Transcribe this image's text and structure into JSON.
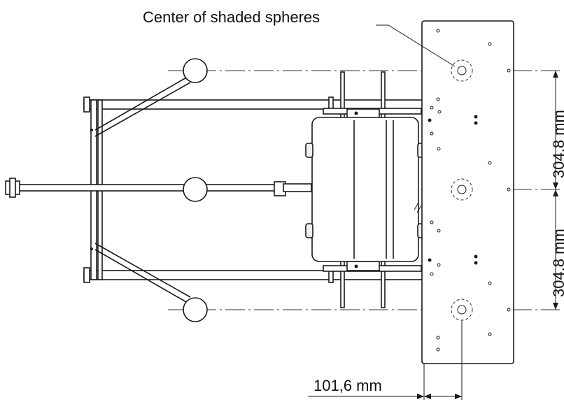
{
  "annotations": {
    "sphere_centers_label": "Center of shaded spheres",
    "dim_vertical_upper": "304,8 mm",
    "dim_vertical_lower": "304,8 mm",
    "dim_horizontal": "101,6 mm"
  }
}
